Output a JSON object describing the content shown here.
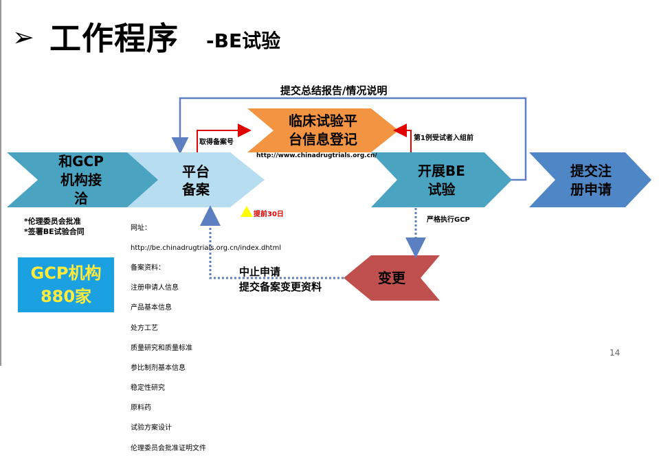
{
  "title": {
    "arrow": "➢",
    "main": "工作程序",
    "sub": "-BE试验"
  },
  "shapes": {
    "gcp_contact": "和GCP\n机构接\n洽",
    "platform_filing": "平台\n备案",
    "clinical_platform": "临床试验平\n台信息登记",
    "start_be": "开展BE\n试验",
    "submit_registration": "提交注\n册申请",
    "change": "变更"
  },
  "labels": {
    "summary_report": "提交总结报告/情况说明",
    "get_filing_number": "取得备案号",
    "first_subject": "第1例受试者入组前",
    "platform_url": "http://www.chinadrugtrials.org.cn/",
    "strict_gcp": "严格执行GCP",
    "advance_30_days": "提前30日",
    "suspend_line1": "中止申请",
    "suspend_line2": "提交备案变更资料"
  },
  "gcp_notes": "*伦理委员会批准\n*签署BE试验合同",
  "filing_info": {
    "address_label": "网址：",
    "address_url": "http://be.chinadrugtrials.org.cn/index.dhtml",
    "materials_label": "备案资料：",
    "items": [
      "注册申请人信息",
      "产品基本信息",
      "处方工艺",
      "质量研究和质量标准",
      "参比制剂基本信息",
      "稳定性研究",
      "原料药",
      "试验方案设计",
      "伦理委员会批准证明文件"
    ]
  },
  "gcp_box": {
    "line1": "GCP机构",
    "line2": "880家"
  },
  "page_number": "14",
  "colors": {
    "arrow_blue": "#4aa3c0",
    "arrow_light": "#b7def0",
    "arrow_orange": "#f39443",
    "arrow_dark_blue": "#4f86c6",
    "change_red": "#c0504d",
    "feedback_line": "#5b7fc0",
    "red_arrow": "#e00000",
    "warning_yellow": "#ffff00"
  }
}
